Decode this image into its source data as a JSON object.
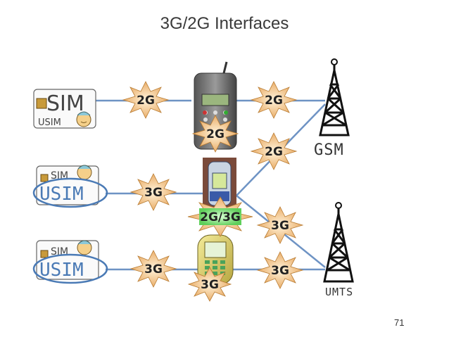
{
  "title": "3G/2G Interfaces",
  "page_number": "71",
  "cards": [
    {
      "top_label": "SIM",
      "bottom_label": "USIM"
    },
    {
      "top_label": "SIM",
      "bottom_label": "USIM"
    },
    {
      "top_label": "SIM",
      "bottom_label": "USIM"
    }
  ],
  "towers": {
    "gsm": "GSM",
    "umts": "UMTS"
  },
  "bursts": {
    "b1": "2G",
    "b2": "2G",
    "b3": "2G",
    "b4": "2G",
    "b5": "3G",
    "b6": "2G/3G",
    "b7": "3G",
    "b8": "3G",
    "b9": "3G",
    "b10": "3G"
  },
  "colors": {
    "line": "#6e93c4",
    "burst_fill": "#f2cf9a",
    "burst_green": "#8ee08a",
    "ellipse": "#4a7ab5"
  }
}
